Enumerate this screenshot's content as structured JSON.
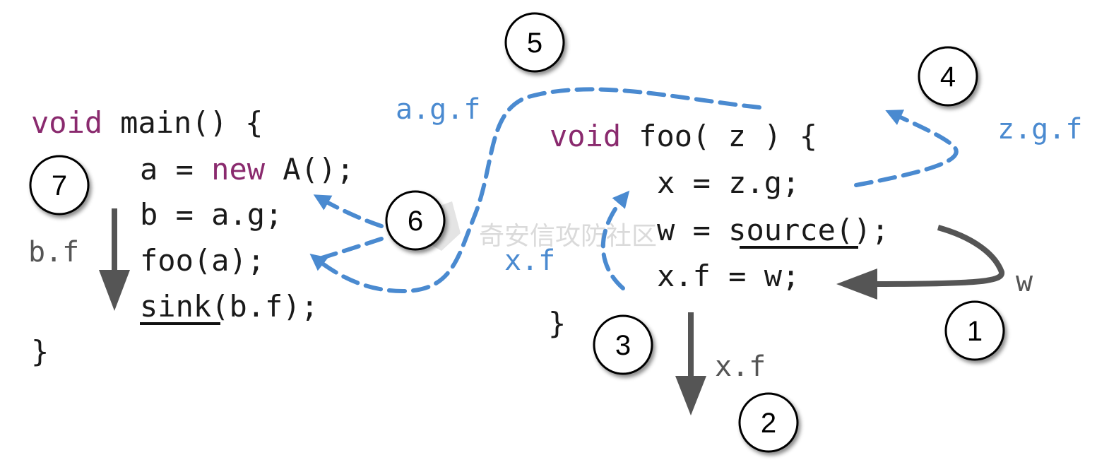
{
  "main": {
    "keyword_void": "void",
    "signature": "main() {",
    "line1_lhs": "a = ",
    "line1_kw": "new",
    "line1_rhs": " A();",
    "line2": "b = a.g;",
    "line3": "foo(a);",
    "line4_sink": "sink",
    "line4_rest": "(b.f);",
    "close": "}"
  },
  "foo": {
    "keyword_void": "void",
    "signature": "foo( z ) {",
    "line1": "x = z.g;",
    "line2_lhs": "w = ",
    "line2_source": "source",
    "line2_rest": "();",
    "line3": "x.f = w;",
    "close": "}"
  },
  "labels": {
    "agf": "a.g.f",
    "zgf": "z.g.f",
    "xf_blue": "x.f",
    "xf_gray": "x.f",
    "w": "w",
    "bf": "b.f"
  },
  "badges": [
    "1",
    "2",
    "3",
    "4",
    "5",
    "6",
    "7"
  ],
  "watermark": "奇安信攻防社区",
  "colors": {
    "keyword": "#8a2a6e",
    "blue_flow": "#4a8ad0",
    "gray_flow": "#555555"
  }
}
